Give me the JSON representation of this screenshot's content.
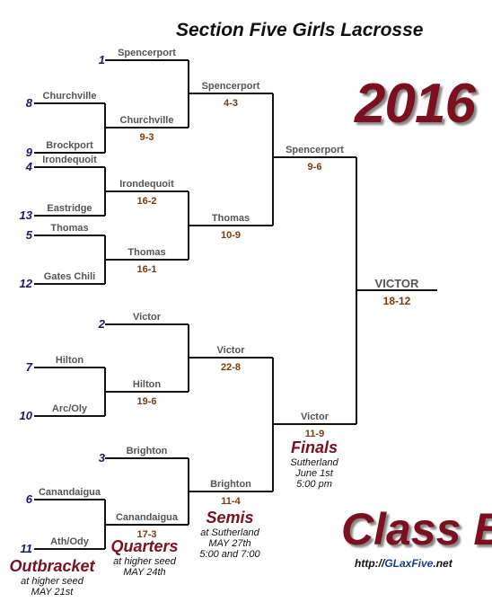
{
  "title": "Section Five Girls Lacrosse",
  "year": "2016",
  "class_label": "Class B",
  "website": {
    "prefix": "http://",
    "name": "GLaxFive",
    "suffix": ".net"
  },
  "seeds": [
    "1",
    "8",
    "9",
    "4",
    "13",
    "5",
    "12",
    "2",
    "7",
    "10",
    "3",
    "6",
    "11"
  ],
  "first_round_teams": [
    "Spencerport",
    "Churchville",
    "Brockport",
    "Irondequoit",
    "Eastridge",
    "Thomas",
    "Gates Chili",
    "Victor",
    "Hilton",
    "Arc/Oly",
    "Brighton",
    "Canandaigua",
    "Ath/Ody"
  ],
  "outbracket_winners": [
    {
      "team": "Churchville",
      "score": "9-3"
    },
    {
      "team": "Irondequoit",
      "score": "16-2"
    },
    {
      "team": "Thomas",
      "score": "16-1"
    },
    {
      "team": "Hilton",
      "score": "19-6"
    },
    {
      "team": "Canandaigua",
      "score": "17-3"
    }
  ],
  "quarterfinal_winners": [
    {
      "team": "Spencerport",
      "score": "4-3"
    },
    {
      "team": "Thomas",
      "score": "10-9"
    },
    {
      "team": "Victor",
      "score": "22-8"
    },
    {
      "team": "Brighton",
      "score": "11-4"
    }
  ],
  "semifinal_winners": [
    {
      "team": "Spencerport",
      "score": "9-6"
    },
    {
      "team": "Victor",
      "score": "11-9"
    }
  ],
  "champion": {
    "team": "VICTOR",
    "score": "18-12"
  },
  "rounds": {
    "outbracket": {
      "title": "Outbracket",
      "line1": "at higher seed",
      "line2": "MAY 21st"
    },
    "quarters": {
      "title": "Quarters",
      "line1": "at higher seed",
      "line2": "MAY 24th"
    },
    "semis": {
      "title": "Semis",
      "line1": "at Sutherland",
      "line2": "MAY 27th",
      "line3": "5:00 and 7:00"
    },
    "finals": {
      "title": "Finals",
      "line1": "Sutherland",
      "line2": "June 1st",
      "line3": "5:00 pm"
    }
  }
}
